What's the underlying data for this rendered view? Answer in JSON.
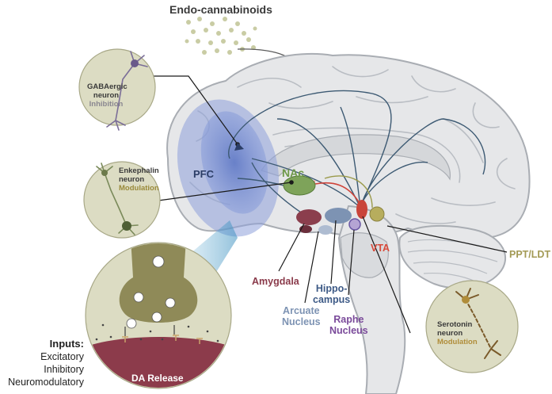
{
  "title": "Endo-cannabinoids",
  "regions": {
    "pfc": "PFC",
    "nac": "NAc",
    "vta": "VTA",
    "ppt_ldt": "PPT/LDT",
    "amygdala": "Amygdala",
    "hippocampus_line1": "Hippo-",
    "hippocampus_line2": "campus",
    "arcuate_line1": "Arcuate",
    "arcuate_line2": "Nucleus",
    "raphe_line1": "Raphe",
    "raphe_line2": "Nucleus"
  },
  "callouts": {
    "gaba": {
      "line1": "GABAergic",
      "line2": "neuron",
      "role": "Inhibition"
    },
    "enkephalin": {
      "line1": "Enkephalin",
      "line2": "neuron",
      "role": "Modulation"
    },
    "serotonin": {
      "line1": "Serotonin",
      "line2": "neuron",
      "role": "Modulation"
    }
  },
  "synapse": {
    "inputs_title": "Inputs:",
    "inputs": [
      "Excitatory",
      "Inhibitory",
      "Neuromodulatory"
    ],
    "da_release": "DA Release"
  },
  "colors": {
    "brain_fill": "#e6e7e9",
    "brain_outline": "#a9adb3",
    "callout_fill": "#dcdcc3",
    "pfc_blue": "#6f86c9",
    "nac_green": "#7ea35a",
    "vta_red": "#c9443a",
    "ppt_olive": "#b7ad5d",
    "amygdala_maroon": "#8b3e4d",
    "da_release": "#8c3b4b",
    "pathway": "#3d5a73"
  }
}
